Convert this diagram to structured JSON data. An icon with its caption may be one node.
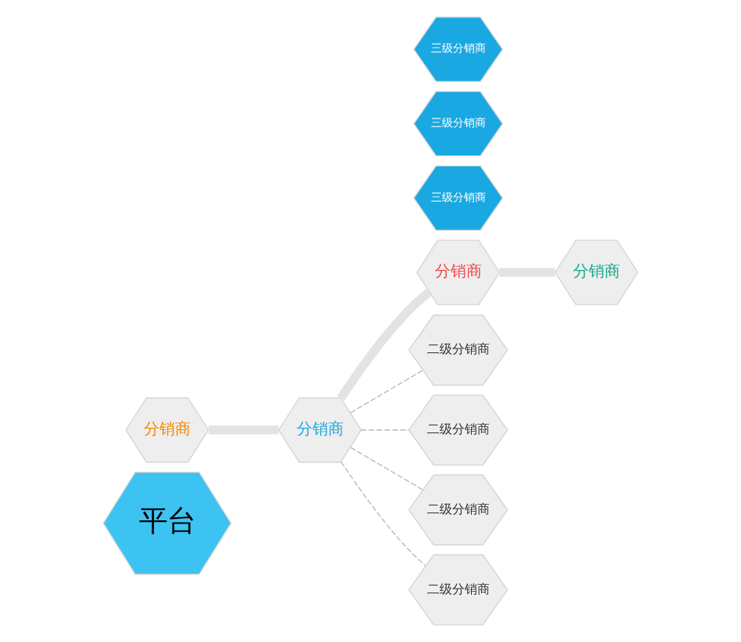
{
  "diagram": {
    "nodes": [
      {
        "text": [
          "平台"
        ]
      },
      {
        "text": [
          "分销商"
        ]
      },
      {
        "text": [
          "分销商"
        ]
      },
      {
        "text": [
          "分销商"
        ]
      },
      {
        "text": [
          "分销商"
        ]
      },
      {
        "text": [
          "二级分销商"
        ]
      },
      {
        "text": [
          "三级分销商"
        ]
      },
      {
        "text": [
          "二级分销商"
        ]
      },
      {
        "text": [
          "三级分销商"
        ]
      },
      {
        "text": [
          "二级分销商"
        ]
      },
      {
        "text": [
          "三级分销商"
        ]
      },
      {
        "text": [
          "二级分销商"
        ]
      }
    ],
    "edges": [
      {
        "from": 1,
        "to": 2,
        "arrow": "none",
        "style": "thick",
        "color": "#e3e3e3"
      },
      {
        "from": 2,
        "to": 3,
        "arrow": "none",
        "style": "thick",
        "color": "#e3e3e3"
      },
      {
        "from": 3,
        "to": 4,
        "arrow": "none",
        "style": "thick",
        "color": "#e3e3e3"
      },
      {
        "from": 2,
        "to": 5,
        "arrow": "none",
        "style": "dashed"
      },
      {
        "from": 2,
        "to": 7,
        "arrow": "none",
        "style": "dashed"
      },
      {
        "from": 2,
        "to": 9,
        "arrow": "none",
        "style": "dashed"
      },
      {
        "from": 2,
        "to": 11,
        "arrow": "none",
        "style": "dashed"
      }
    ]
  }
}
